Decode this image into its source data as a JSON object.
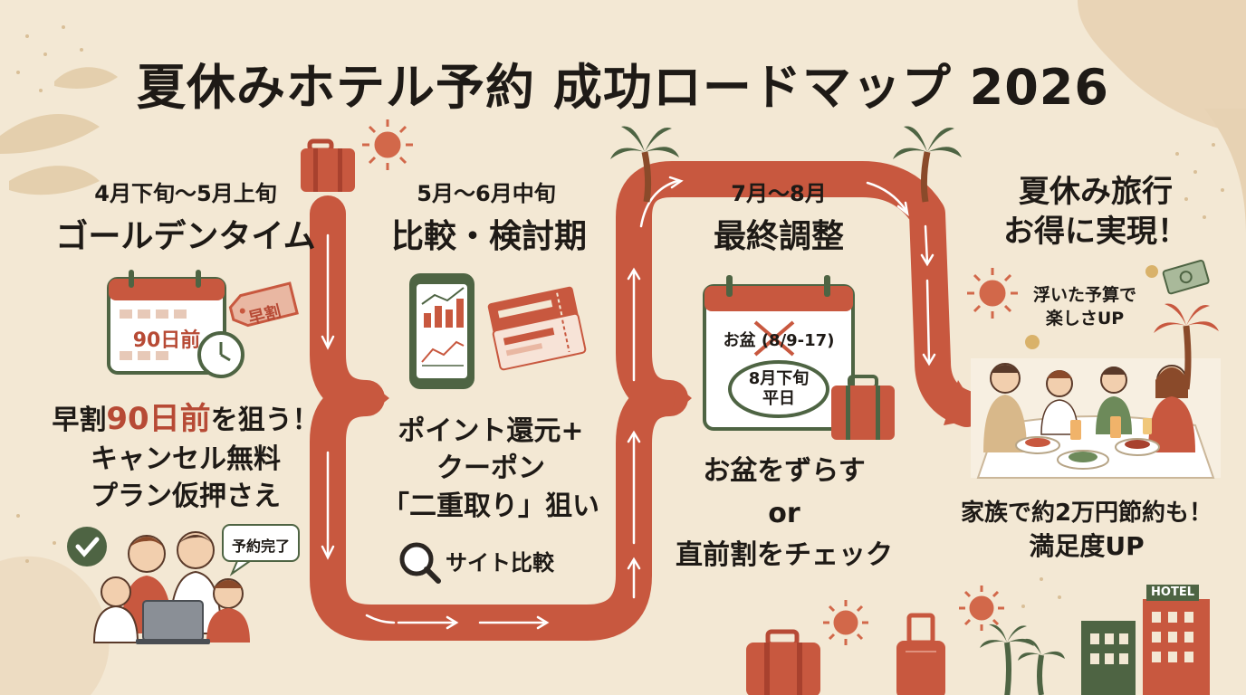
{
  "title": "夏休みホテル予約 成功ロードマップ 2026",
  "colors": {
    "background": "#f3e8d4",
    "road": "#c8583f",
    "dark_green": "#4e6443",
    "accent_red": "#b74a35"
  },
  "steps": [
    {
      "period": "4月下旬〜5月上旬",
      "phase": "ゴールデンタイム",
      "calendar_label": "90日前",
      "tag_label": "早割",
      "text_lines": [
        "早割90日前を狙う！",
        "キャンセル無料",
        "プラン仮押さえ"
      ],
      "highlight": "90日前",
      "speech_bubble": "予約完了",
      "icons": [
        "calendar-icon",
        "clock-icon",
        "tag-icon",
        "check-icon",
        "family-laptop-icon"
      ]
    },
    {
      "period": "5月〜6月中旬",
      "phase": "比較・検討期",
      "text_lines": [
        "ポイント還元+",
        "クーポン",
        "「二重取り」狙い"
      ],
      "search_label": "サイト比較",
      "icons": [
        "smartphone-chart-icon",
        "coupon-icon",
        "search-icon"
      ]
    },
    {
      "period": "7月〜8月",
      "phase": "最終調整",
      "calendar_crossed": "お盆 (8/9-17)",
      "calendar_circled_1": "8月下旬",
      "calendar_circled_2": "平日",
      "text_lines": [
        "お盆をずらす",
        "or",
        "直前割をチェック"
      ],
      "icons": [
        "calendar-icon",
        "suitcase-icon"
      ]
    },
    {
      "result_lines": [
        "夏休み旅行",
        "お得に実現！"
      ],
      "bubble_lines": [
        "浮いた予算で",
        "楽しさUP"
      ],
      "text_lines": [
        "家族で約2万円節約も！",
        "満足度UP"
      ],
      "hotel_sign": "HOTEL",
      "icons": [
        "sun-icon",
        "money-icon",
        "family-dinner-icon",
        "hotel-icon",
        "palm-tree-icon"
      ]
    }
  ]
}
